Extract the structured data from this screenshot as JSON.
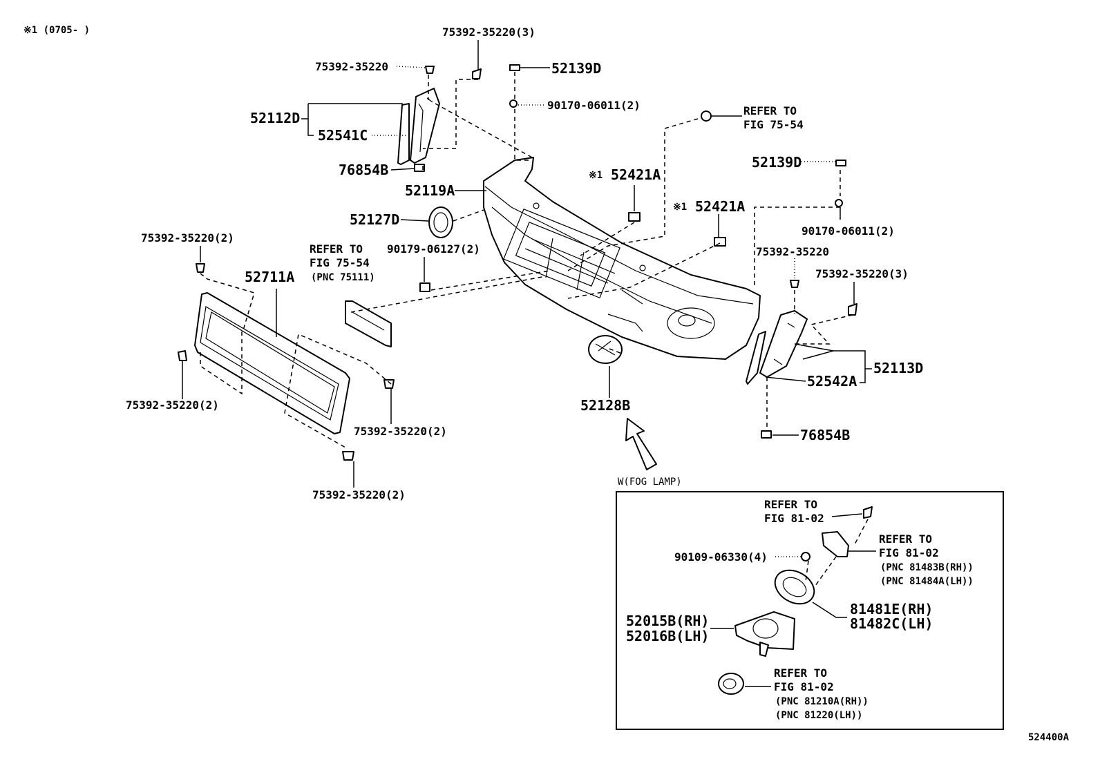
{
  "header": {
    "note": "※1 (0705-     )"
  },
  "footer": {
    "figure_id": "524400A"
  },
  "labels": {
    "clip_top_3": "75392-35220(3)",
    "clip_top": "75392-35220",
    "n52139d_top": "52139D",
    "nut_top": "90170-06011(2)",
    "refer_top_1": "REFER TO",
    "refer_top_2": "FIG 75-54",
    "n52112d": "52112D",
    "n52541c": "52541C",
    "n76854b_left": "76854B",
    "n52119a": "52119A",
    "n52127d": "52127D",
    "star1_a": "※1",
    "n52421a_a": "52421A",
    "star1_b": "※1",
    "n52421a_b": "52421A",
    "n52139d_right": "52139D",
    "nut_right": "90170-06011(2)",
    "clip_right": "75392-35220",
    "clip_right_3": "75392-35220(3)",
    "clip_grille_tl": "75392-35220(2)",
    "n52711a": "52711A",
    "refer_plate_1": "REFER TO",
    "refer_plate_2": "FIG 75-54",
    "refer_plate_3": "(PNC 75111)",
    "n90179": "90179-06127(2)",
    "clip_grille_l": "75392-35220(2)",
    "clip_grille_r": "75392-35220(2)",
    "clip_grille_b": "75392-35220(2)",
    "n52128b": "52128B",
    "n52113d": "52113D",
    "n52542a": "52542A",
    "n76854b_right": "76854B"
  },
  "fog_box": {
    "title": "W(FOG LAMP)",
    "refer_a_1": "REFER TO",
    "refer_a_2": "FIG 81-02",
    "refer_b_1": "REFER TO",
    "refer_b_2": "FIG 81-02",
    "refer_b_3": "(PNC 81483B(RH))",
    "refer_b_4": "(PNC 81484A(LH))",
    "screw": "90109-06330(4)",
    "lamp_rh": "81481E(RH)",
    "lamp_lh": "81482C(LH)",
    "bracket_rh": "52015B(RH)",
    "bracket_lh": "52016B(LH)",
    "refer_c_1": "REFER TO",
    "refer_c_2": "FIG 81-02",
    "refer_c_3": "(PNC 81210A(RH))",
    "refer_c_4": "(PNC 81220(LH))"
  }
}
